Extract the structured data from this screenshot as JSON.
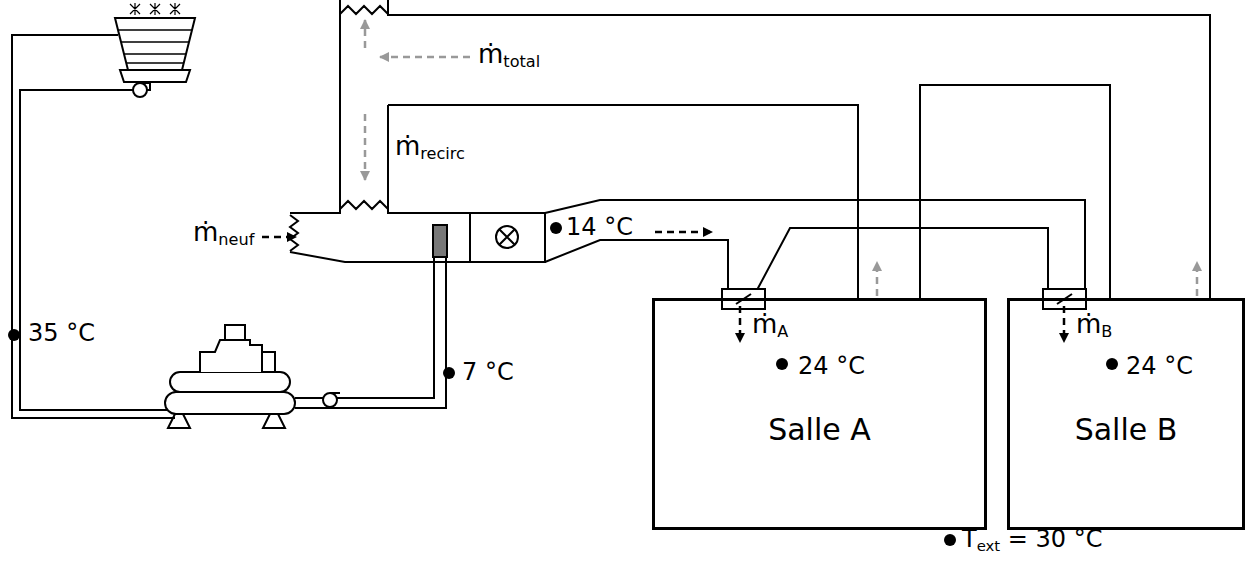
{
  "diagram": {
    "nodes": [
      {
        "text": [
          "24 °C",
          "Salle A"
        ]
      },
      {
        "text": [
          "24 °C",
          "Salle B"
        ]
      }
    ],
    "labels": [
      "ṁtotal",
      "ṁrecirc",
      "ṁneuf",
      "14 °C",
      "35 °C",
      "7 °C",
      "ṁA",
      "ṁB",
      "Text = 30 °C"
    ]
  }
}
